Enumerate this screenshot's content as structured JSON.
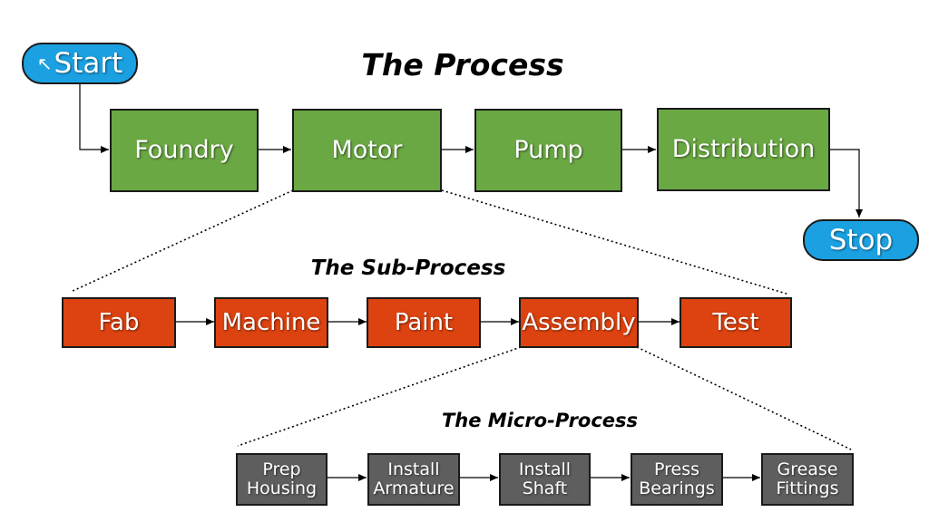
{
  "titles": {
    "process": "The Process",
    "sub_process": "The Sub-Process",
    "micro_process": "The Micro-Process"
  },
  "terminals": {
    "start": "Start",
    "stop": "Stop"
  },
  "process_steps": [
    "Foundry",
    "Motor",
    "Pump",
    "Distribution"
  ],
  "sub_process_steps": [
    "Fab",
    "Machine",
    "Paint",
    "Assembly",
    "Test"
  ],
  "micro_process_steps": [
    "Prep\nHousing",
    "Install\nArmature",
    "Install\nShaft",
    "Press\nBearings",
    "Grease\nFittings"
  ],
  "colors": {
    "process": "#6aa843",
    "sub_process": "#dc4310",
    "micro_process": "#5e5e5e",
    "terminal": "#1ba1e2"
  }
}
